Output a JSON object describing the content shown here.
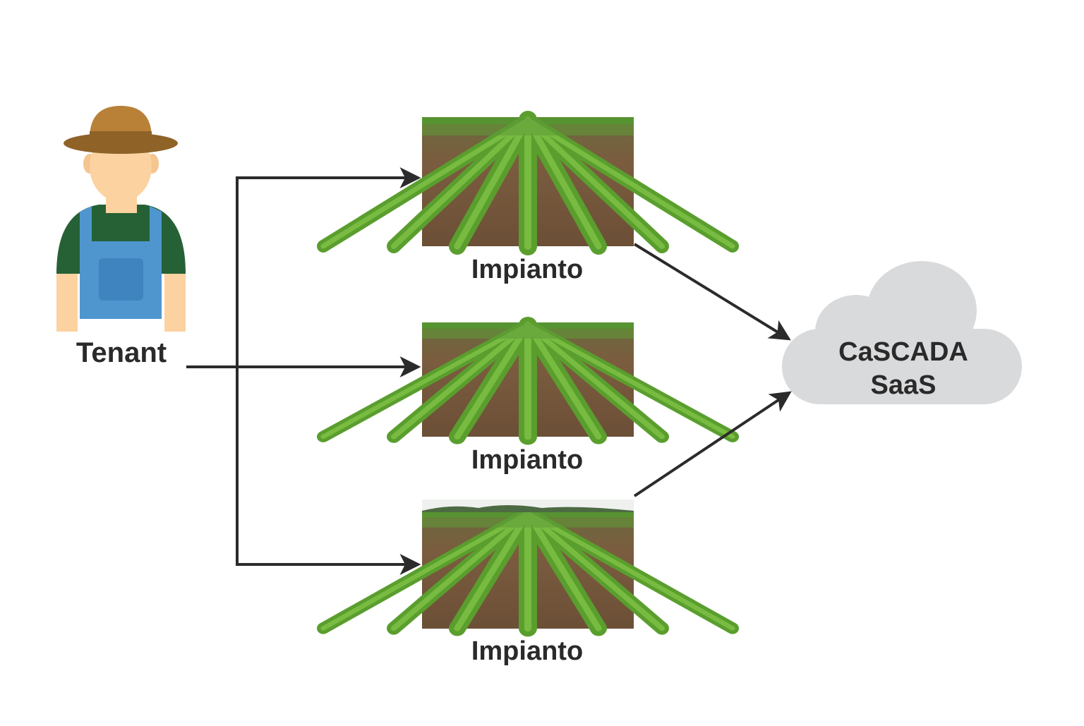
{
  "tenant": {
    "label": "Tenant",
    "icon": "farmer-icon"
  },
  "plants": [
    {
      "label": "Impianto",
      "image": "crop-field-photo"
    },
    {
      "label": "Impianto",
      "image": "crop-field-photo"
    },
    {
      "label": "Impianto",
      "image": "crop-field-photo"
    }
  ],
  "cloud": {
    "line1": "CaSCADA",
    "line2": "SaaS",
    "icon": "cloud-icon"
  },
  "colors": {
    "arrow": "#2b2b2b",
    "cloud": "#d9dadc",
    "hat": "#b98038",
    "hat_brim": "#8f6228",
    "skin": "#fbd2a0",
    "shirt": "#266136",
    "overalls": "#4f96cf",
    "pocket": "#3f84be",
    "soil": "#6f5238",
    "crop": "#5a9e2e",
    "text": "#2a2a2a"
  }
}
